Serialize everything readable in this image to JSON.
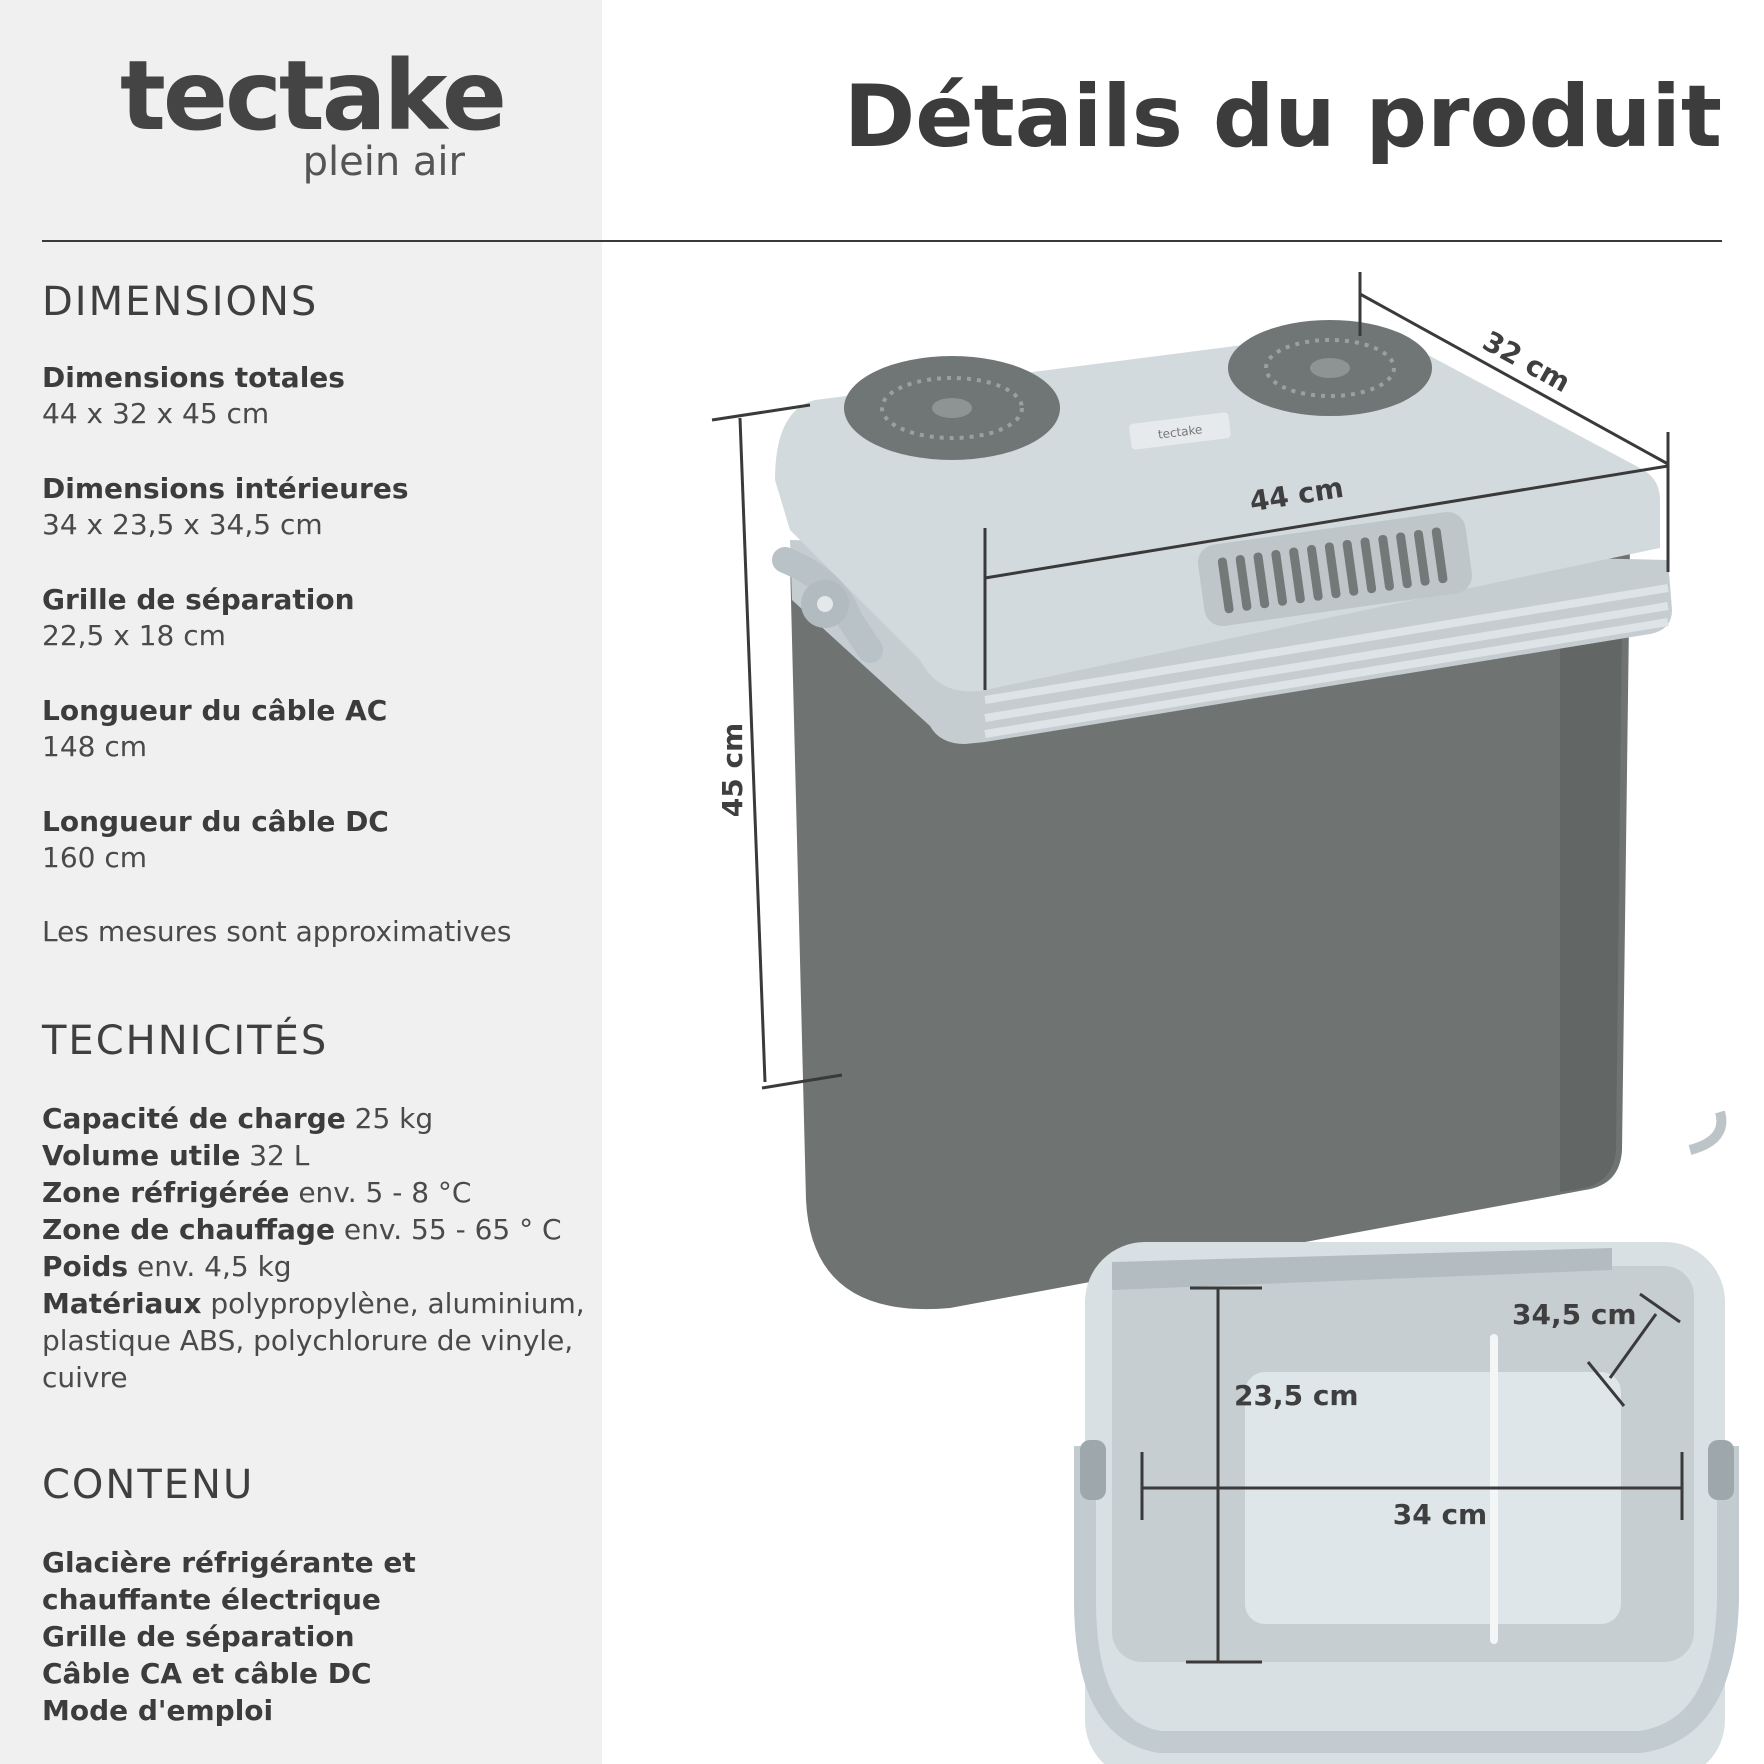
{
  "brand": {
    "name": "tectake",
    "tagline": "plein air"
  },
  "title": "Détails du produit",
  "sections": {
    "dimensions": {
      "heading": "DIMENSIONS",
      "items": [
        {
          "label": "Dimensions totales",
          "value": "44 x 32 x 45 cm"
        },
        {
          "label": "Dimensions intérieures",
          "value": "34 x 23,5 x 34,5 cm"
        },
        {
          "label": "Grille de séparation",
          "value": "22,5 x 18 cm"
        },
        {
          "label": "Longueur du câble AC",
          "value": "148 cm"
        },
        {
          "label": "Longueur du câble DC",
          "value": "160 cm"
        }
      ],
      "note": "Les mesures sont approximatives"
    },
    "technical": {
      "heading": "TECHNICITÉS",
      "items": [
        {
          "label": "Capacité de charge",
          "value": "25 kg"
        },
        {
          "label": "Volume utile",
          "value": "32 L"
        },
        {
          "label": "Zone réfrigérée",
          "value": "env. 5 - 8 °C"
        },
        {
          "label": "Zone de chauffage",
          "value": "env. 55 - 65 ° C"
        },
        {
          "label": "Poids",
          "value": "env. 4,5 kg"
        },
        {
          "label": "Matériaux",
          "value": "polypropylène, aluminium, plastique ABS, polychlorure de vinyle, cuivre"
        }
      ]
    },
    "contents": {
      "heading": "CONTENU",
      "items": [
        "Glacière réfrigérante et chauffante électrique",
        "Grille de séparation",
        "Câble CA et câble DC",
        "Mode d'emploi"
      ]
    }
  },
  "illustration": {
    "lid_logo": "tectake",
    "outer_dims": {
      "width": "44 cm",
      "depth": "32 cm",
      "height": "45 cm"
    },
    "inner_dims": {
      "width": "34 cm",
      "depth": "23,5 cm",
      "height": "34,5 cm"
    }
  },
  "colors": {
    "panel": "#f0f0f0",
    "text": "#3f3f3f",
    "body_gray": "#6f7372",
    "lid": "#d3dadd"
  }
}
